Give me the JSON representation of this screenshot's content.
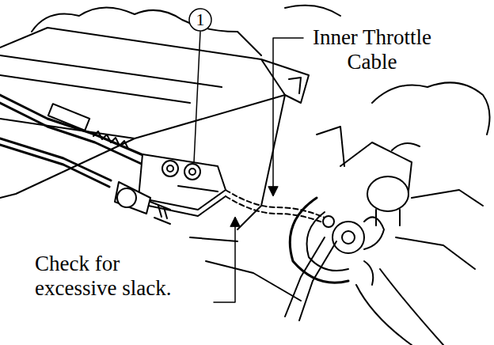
{
  "diagram": {
    "labels": [
      "1",
      "Inner Throttle Cable",
      "Check for excessive slack."
    ]
  }
}
